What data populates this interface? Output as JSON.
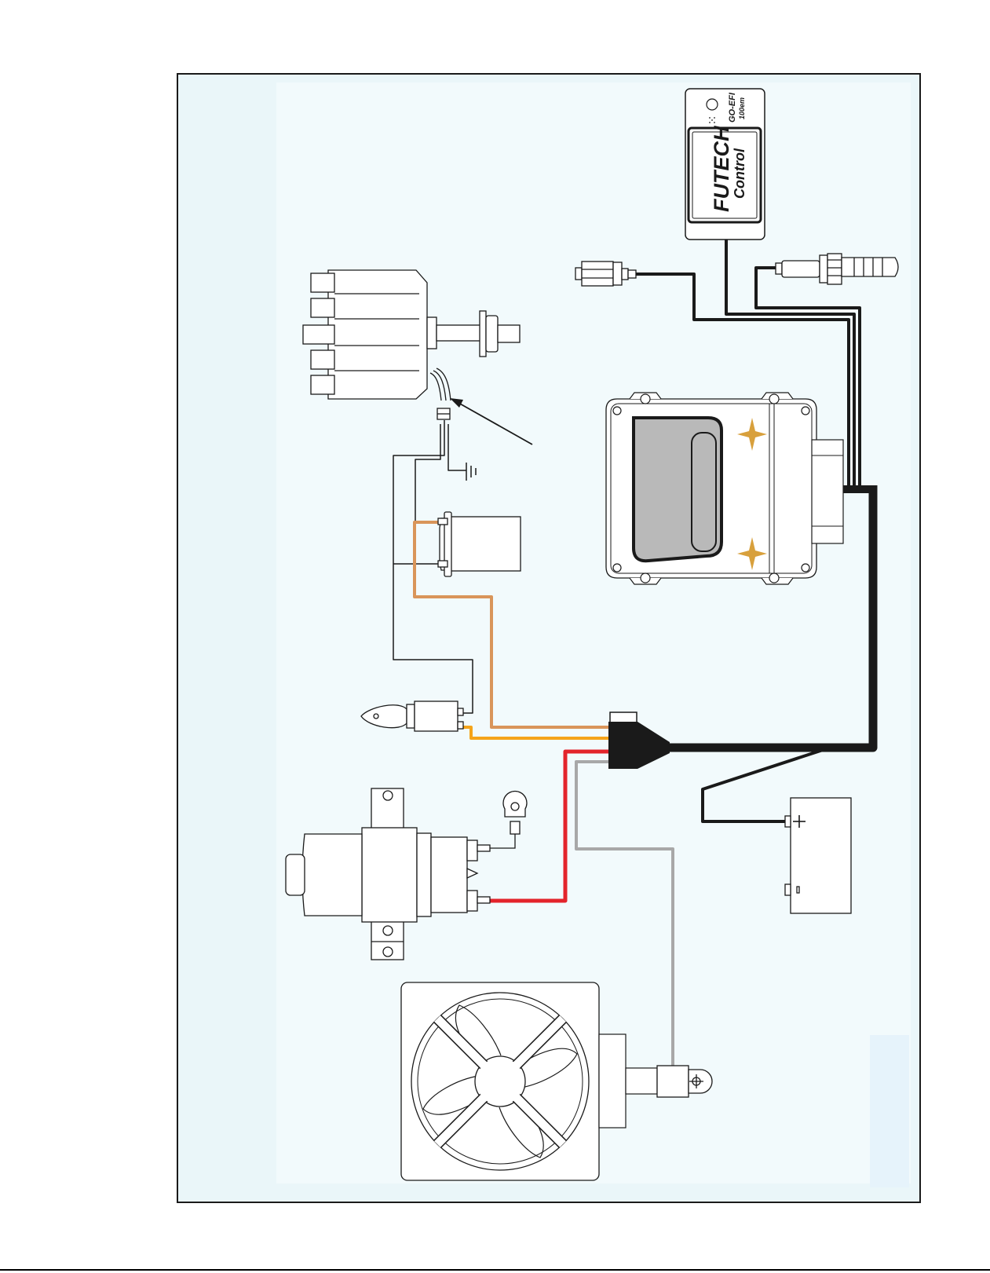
{
  "colors": {
    "background": "#eaf6f9",
    "inner_panel": "#f2fafc",
    "wire_black": "#1a1a1a",
    "wire_orange": "#d9955a",
    "wire_yellow": "#f5a41a",
    "wire_red": "#e3242b",
    "wire_gray": "#a8a8a8",
    "accent_gold": "#d8a03c",
    "ecu_panel": "#b9b9b9"
  },
  "components": {
    "controller": {
      "brand": "FUTECH",
      "model": "Control",
      "badge_line1": "GO-EFI",
      "badge_line2": "100em"
    },
    "icons": [
      "distributor-icon",
      "oxygen-sensor-icon",
      "ignition-coil-icon",
      "ignition-key-switch-icon",
      "starter-solenoid-icon",
      "ring-terminal-icon",
      "battery-icon",
      "radiator-fan-icon",
      "ecu-module-icon",
      "ground-symbol-icon",
      "main-harness-connector-icon"
    ]
  }
}
